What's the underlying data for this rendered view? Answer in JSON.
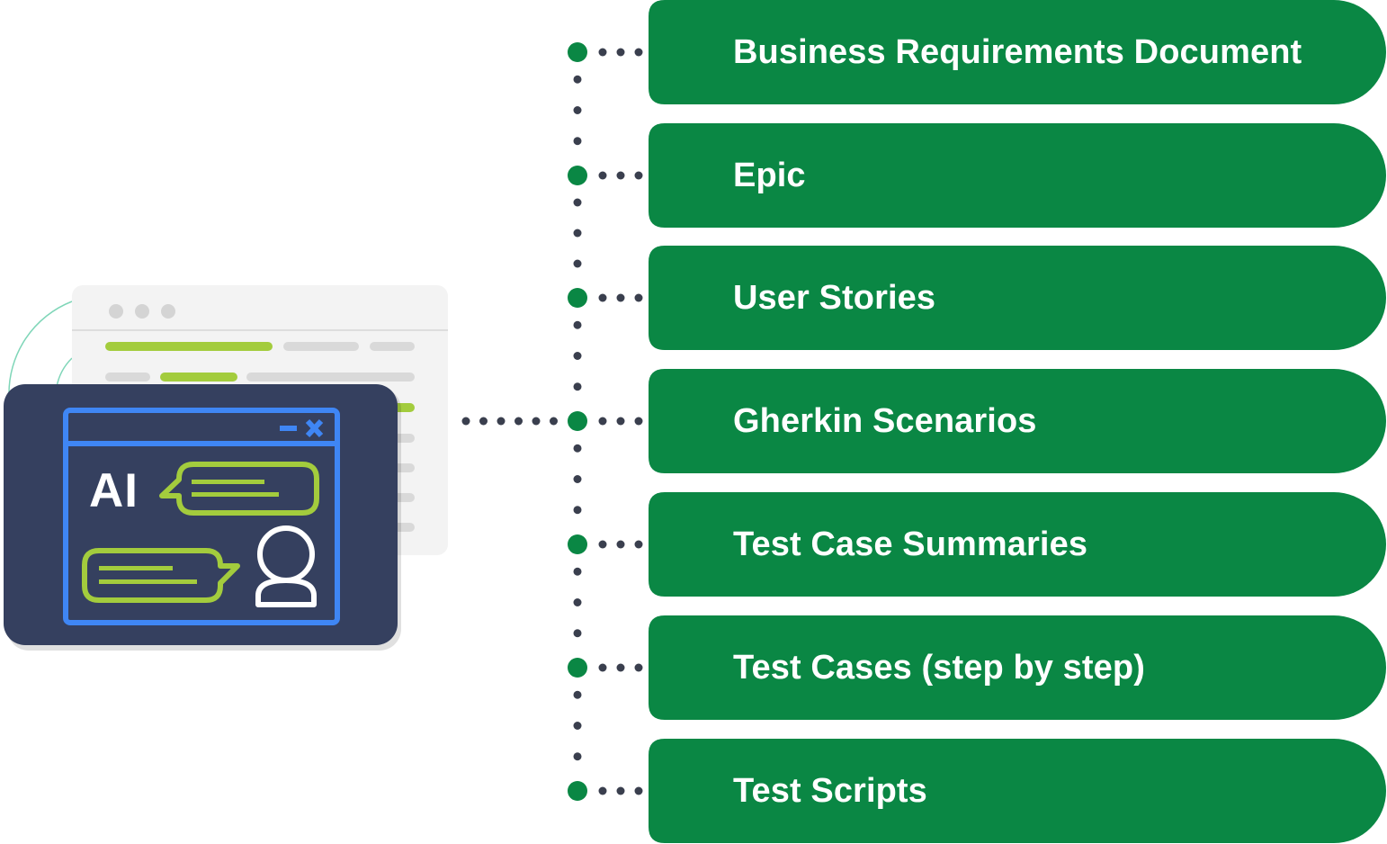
{
  "colors": {
    "pill": "#0a8744",
    "connector_dot": "#0a8744",
    "dotted_line": "#3a3f4e",
    "card_bg": "#35405f",
    "window_outline": "#3f86f4",
    "bubble_outline": "#a3cc3d",
    "user_icon": "#ffffff",
    "back_window": "#f3f3f3"
  },
  "illustration": {
    "ai_label": "AI",
    "icons": [
      "chat-window-icon",
      "user-icon",
      "minimize-icon",
      "close-icon",
      "speech-bubble-icon"
    ]
  },
  "outputs": [
    {
      "label": "Business Requirements Document"
    },
    {
      "label": "Epic"
    },
    {
      "label": "User Stories"
    },
    {
      "label": "Gherkin Scenarios"
    },
    {
      "label": "Test Case Summaries"
    },
    {
      "label": "Test Cases (step by step)"
    },
    {
      "label": "Test Scripts"
    }
  ]
}
